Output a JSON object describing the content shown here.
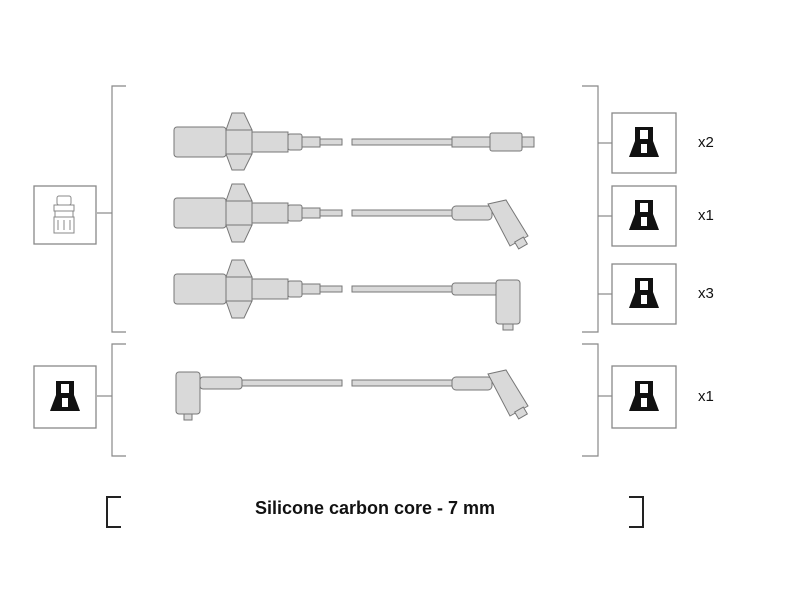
{
  "quantities": [
    "x2",
    "x1",
    "x3",
    "x1"
  ],
  "caption": "Silicone carbon core - 7 mm",
  "icons": {
    "left_top": "spark-plug-icon",
    "left_bottom": "coil-terminal-icon",
    "right": "plug-boot-icon"
  },
  "colors": {
    "cable": "#d9d9d9",
    "outline": "#777777",
    "bracket": "#888888",
    "terminal": "#111111"
  }
}
